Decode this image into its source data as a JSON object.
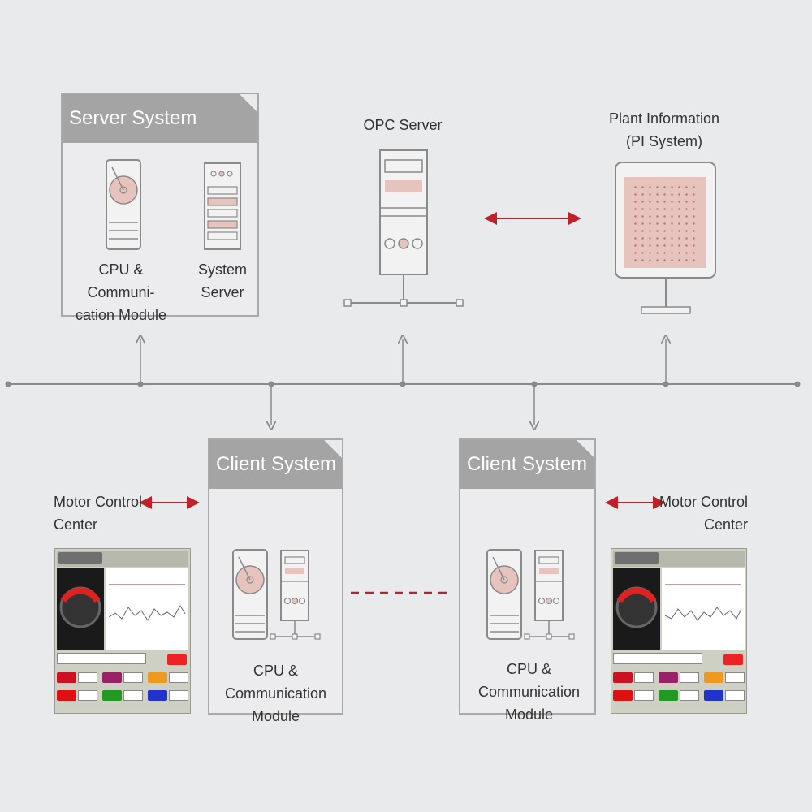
{
  "server_system": {
    "title": "Server System",
    "cpu_label": "CPU & Communi-\ncation Module",
    "server_label": "System\nServer"
  },
  "opc_server": {
    "label": "OPC Server"
  },
  "pi_system": {
    "label": "Plant Information\n(PI System)"
  },
  "client_left": {
    "title": "Client System",
    "module_label": "CPU & Communication\nModule"
  },
  "client_right": {
    "title": "Client System",
    "module_label": "CPU & Communication\nModule"
  },
  "mcc_left": {
    "label": "Motor Control\nCenter"
  },
  "mcc_right": {
    "label": "Motor Control\nCenter"
  },
  "colors": {
    "accent_red": "#c0202a",
    "line_gray": "#8a8a8a",
    "header_gray": "#a4a4a4",
    "pink_fill": "#e6c4bd"
  }
}
